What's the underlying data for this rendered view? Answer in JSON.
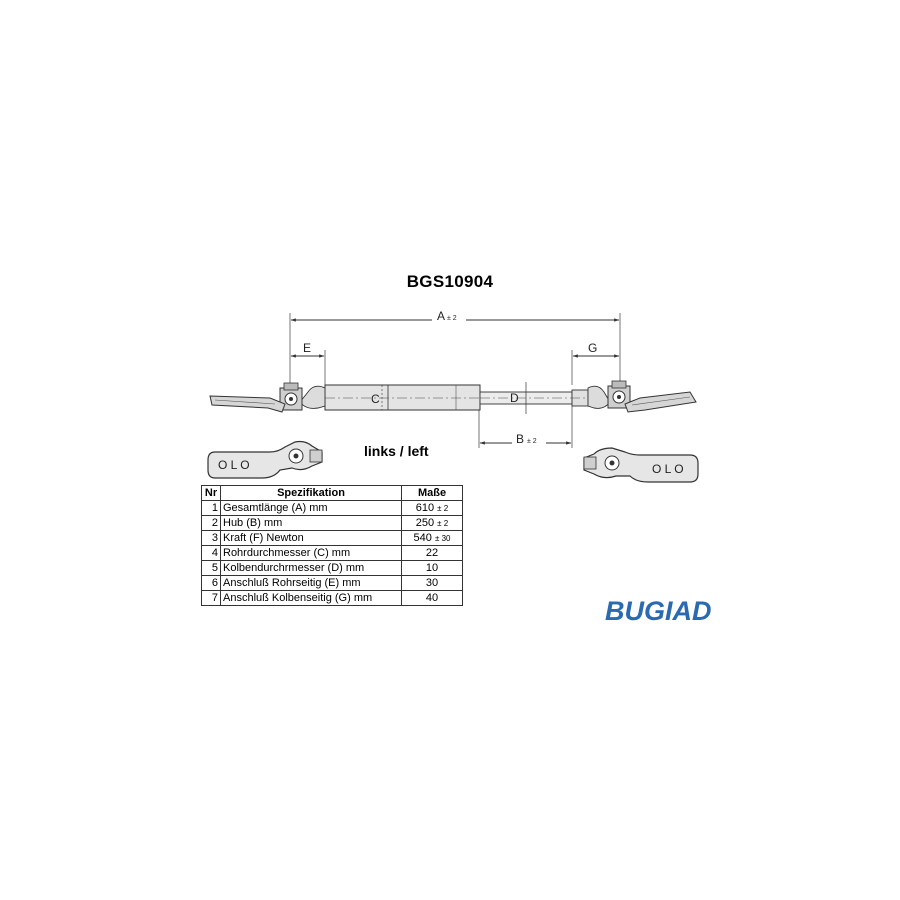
{
  "title": "BGS10904",
  "dimensions": {
    "A": {
      "letter": "A",
      "tolerance": "± 2"
    },
    "B": {
      "letter": "B",
      "tolerance": "± 2"
    },
    "C": {
      "letter": "C"
    },
    "D": {
      "letter": "D"
    },
    "E": {
      "letter": "E"
    },
    "G": {
      "letter": "G"
    }
  },
  "bracket_lettering": "O L O",
  "side_label": "links / left",
  "table": {
    "headers": {
      "nr": "Nr",
      "spec": "Spezifikation",
      "value": "Maße"
    },
    "rows": [
      {
        "nr": "1",
        "spec": "Gesamtlänge (A) mm",
        "value": "610",
        "tol": "± 2"
      },
      {
        "nr": "2",
        "spec": "Hub (B)  mm",
        "value": "250",
        "tol": "± 2"
      },
      {
        "nr": "3",
        "spec": "Kraft (F) Newton",
        "value": "540",
        "tol": "± 30"
      },
      {
        "nr": "4",
        "spec": "Rohrdurchmesser (C) mm",
        "value": "22",
        "tol": ""
      },
      {
        "nr": "5",
        "spec": "Kolbendurchrmesser (D) mm",
        "value": "10",
        "tol": ""
      },
      {
        "nr": "6",
        "spec": "Anschluß Rohrseitig (E) mm",
        "value": "30",
        "tol": ""
      },
      {
        "nr": "7",
        "spec": "Anschluß Kolbenseitig (G) mm",
        "value": "40",
        "tol": ""
      }
    ]
  },
  "logo": "BUGIAD",
  "colors": {
    "logo": "#2a6ab0",
    "line": "#333333",
    "shade": "#d9d9d9"
  }
}
